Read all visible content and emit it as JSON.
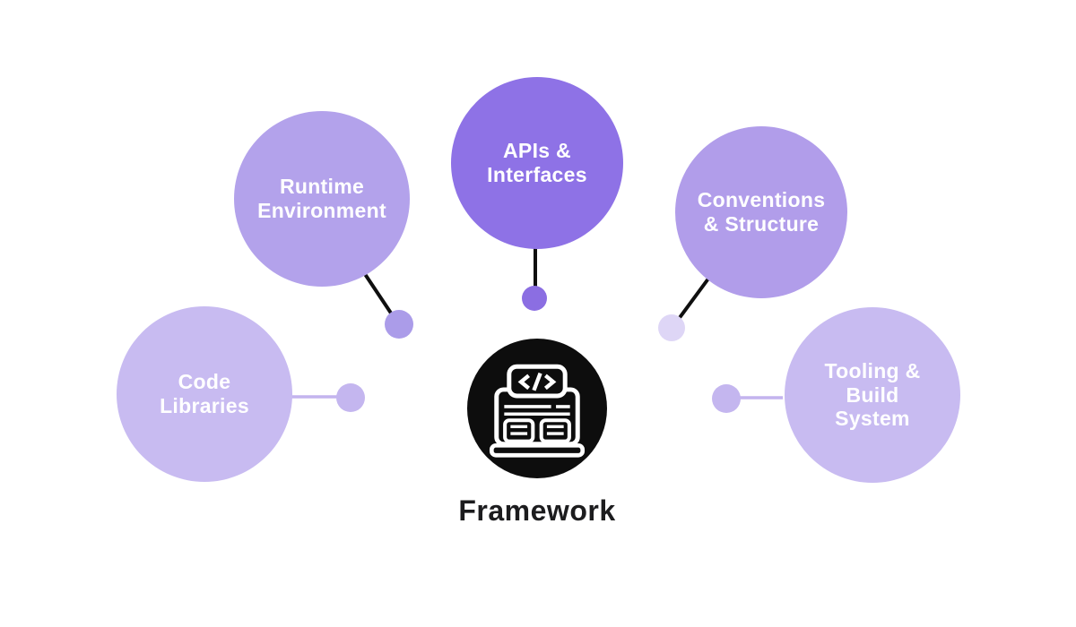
{
  "diagram": {
    "title": "Framework",
    "center_icon": "laptop-code-icon",
    "colors": {
      "background": "#ffffff",
      "center_circle": "#0d0d0d",
      "icon_stroke": "#ffffff",
      "node_label_text": "#ffffff",
      "title_text": "#1c1c1e",
      "connector_dark": "#0f0f0f",
      "connector_light": "#c3b4ee"
    },
    "nodes": [
      {
        "id": "code-libraries",
        "label": "Code\nLibraries",
        "circle_color": "#c8bbf1",
        "dot_color": "#c4b6ef",
        "connector_color": "#c3b4ee"
      },
      {
        "id": "runtime-environment",
        "label": "Runtime\nEnvironment",
        "circle_color": "#b3a2eb",
        "dot_color": "#ab9ce9",
        "connector_color": "#0f0f0f"
      },
      {
        "id": "apis-interfaces",
        "label": "APIs &\nInterfaces",
        "circle_color": "#8e72e6",
        "dot_color": "#8b6ee2",
        "connector_color": "#0f0f0f"
      },
      {
        "id": "conventions-structure",
        "label": "Conventions\n& Structure",
        "circle_color": "#b19dea",
        "dot_color": "#ded6f6",
        "connector_color": "#0f0f0f"
      },
      {
        "id": "tooling-build-system",
        "label": "Tooling &\nBuild\nSystem",
        "circle_color": "#c8bbf1",
        "dot_color": "#c4b6ef",
        "connector_color": "#c3b4ee"
      }
    ]
  }
}
